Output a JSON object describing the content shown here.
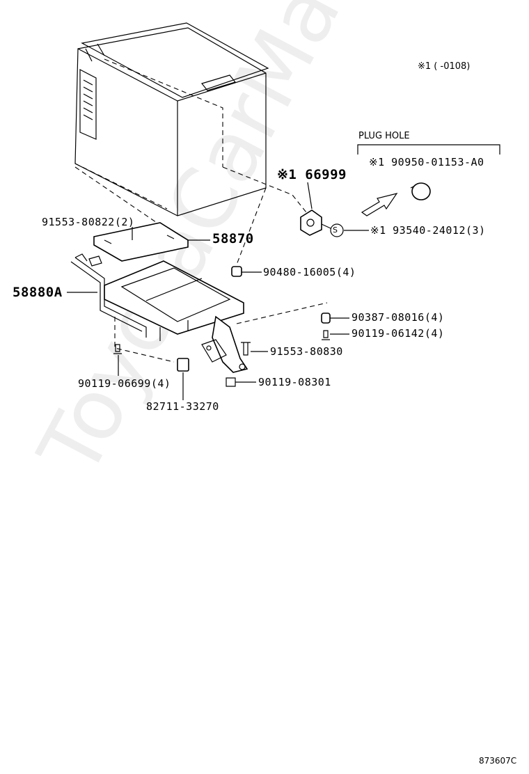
{
  "footnote": "※1 (   -0108)",
  "plug_hole": {
    "title": "PLUG HOLE",
    "part": "※1 90950-01153-A0"
  },
  "parts": {
    "p66999": "※1 66999",
    "p93540": "※1 93540-24012(3)",
    "p91553_80822": "91553-80822(2)",
    "p58870": "58870",
    "p90480": "90480-16005(4)",
    "p58880A": "58880A",
    "p90387": "90387-08016(4)",
    "p90119_06142": "90119-06142(4)",
    "p91553_80830": "91553-80830",
    "p90119_06699": "90119-06699(4)",
    "p90119_08301": "90119-08301",
    "p82711": "82711-33270"
  },
  "s_marker": "S",
  "watermark": "ToyotaCarMart.ru",
  "diagram_code": "873607C"
}
